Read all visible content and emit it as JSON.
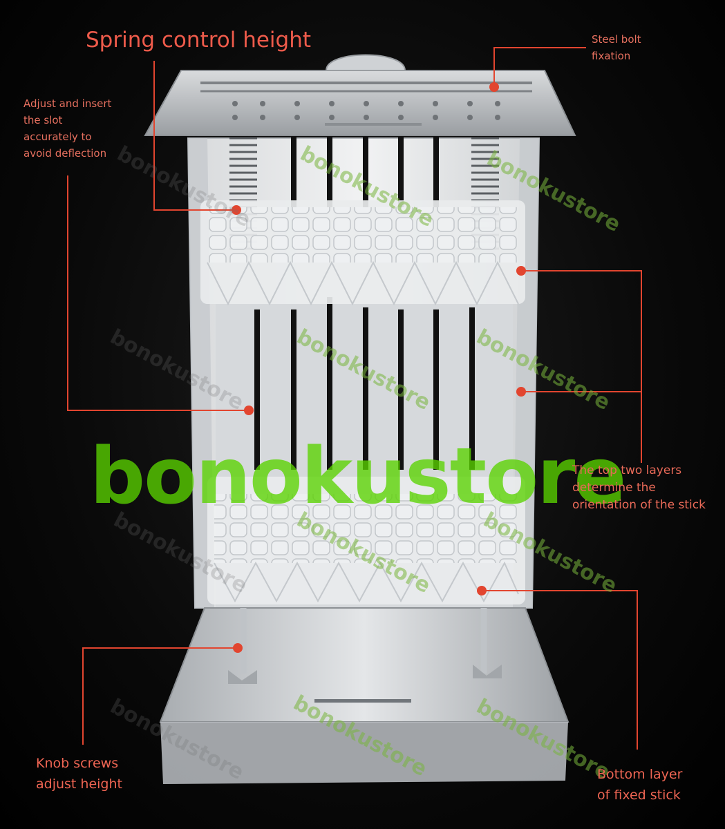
{
  "labels": {
    "spring_control": "Spring control height",
    "steel_bolt": "Steel bolt\nfixation",
    "adjust_insert": "Adjust and insert\nthe slot\naccurately to\navoid deflection",
    "top_two_layers": "The top two layers\ndetermine the\norientation of the stick",
    "knob_screws": "Knob screws\nadjust height",
    "bottom_layer": "Bottom layer\nof fixed stick"
  },
  "watermark": {
    "text": "bonokustore"
  },
  "colors": {
    "callout": "#e2452f",
    "label": "#ea6a58",
    "watermark": "#5ad200"
  }
}
